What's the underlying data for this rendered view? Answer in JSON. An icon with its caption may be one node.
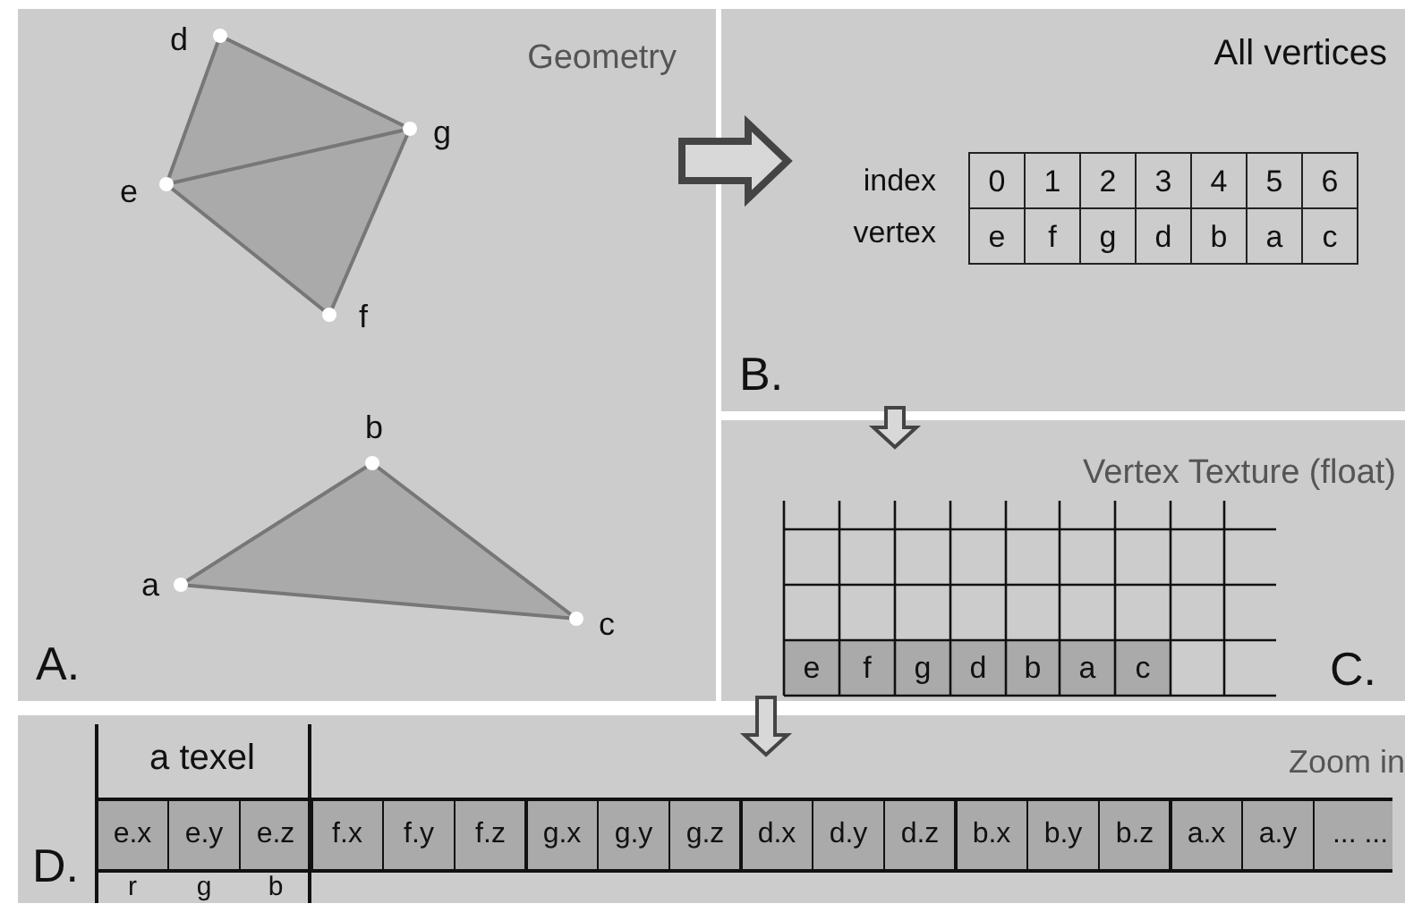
{
  "diagram": {
    "nodes": [
      {
        "text": [
          "Geometry",
          "A."
        ]
      },
      {
        "text": [
          "All vertices",
          "B."
        ]
      },
      {
        "text": [
          "Vertex Texture (float)",
          "C."
        ]
      },
      {
        "text": [
          "Zoom in",
          "D."
        ]
      }
    ],
    "edges": [
      {
        "from": 0,
        "to": 1,
        "arrow": "to"
      },
      {
        "from": 1,
        "to": 2,
        "arrow": "to"
      },
      {
        "from": 2,
        "to": 3,
        "arrow": "to"
      }
    ],
    "labels": [
      "d",
      "g",
      "e",
      "f",
      "b",
      "a",
      "c",
      "index",
      "0",
      "1",
      "2",
      "3",
      "4",
      "5",
      "6",
      "vertex",
      "e",
      "f",
      "g",
      "d",
      "b",
      "a",
      "c",
      "e",
      "f",
      "g",
      "d",
      "b",
      "a",
      "c",
      "a texel",
      "e.x",
      "e.y",
      "e.z",
      "f.x",
      "f.y",
      "f.z",
      "g.x",
      "g.y",
      "g.z",
      "d.x",
      "d.y",
      "d.z",
      "b.x",
      "b.y",
      "b.z",
      "a.x",
      "a.y",
      "... ...",
      "r",
      "g",
      "b"
    ]
  }
}
